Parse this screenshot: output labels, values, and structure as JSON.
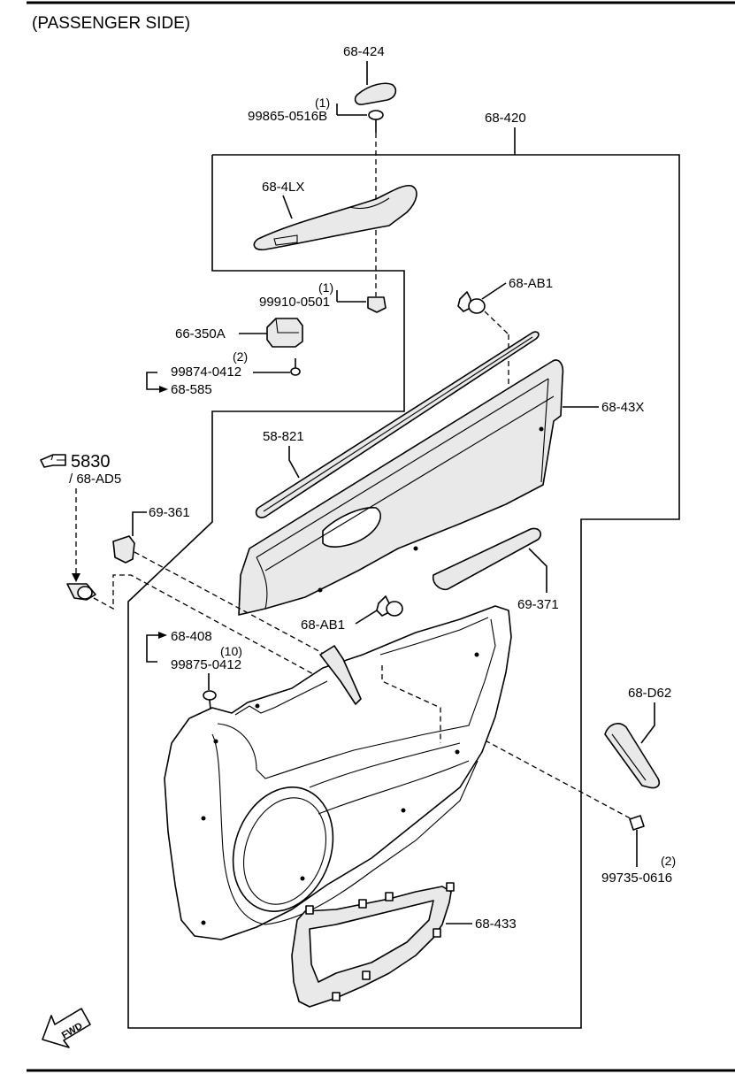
{
  "header": {
    "title": "(PASSENGER SIDE)"
  },
  "reference": {
    "page": "5830",
    "part": "/ 68-AD5"
  },
  "labels": {
    "p68_424": "68-424",
    "q_screw_top": "(1)",
    "p99865": "99865-0516B",
    "p68_420": "68-420",
    "p68_4LX": "68-4LX",
    "q_nut": "(1)",
    "p99910": "99910-0501",
    "p68_AB1_top": "68-AB1",
    "p66_350A": "66-350A",
    "q_screw_switch": "(2)",
    "p99874": "99874-0412",
    "p68_585": "68-585",
    "p68_43X": "68-43X",
    "p58_821": "58-821",
    "p69_361": "69-361",
    "p69_371": "69-371",
    "p68_AB1_mid": "68-AB1",
    "p68_408": "68-408",
    "q_screw_trim": "(10)",
    "p99875": "99875-0412",
    "p68_D62": "68-D62",
    "q_screw_bottom": "(2)",
    "p99735": "99735-0616",
    "p68_433": "68-433",
    "fwd": "FWD"
  }
}
